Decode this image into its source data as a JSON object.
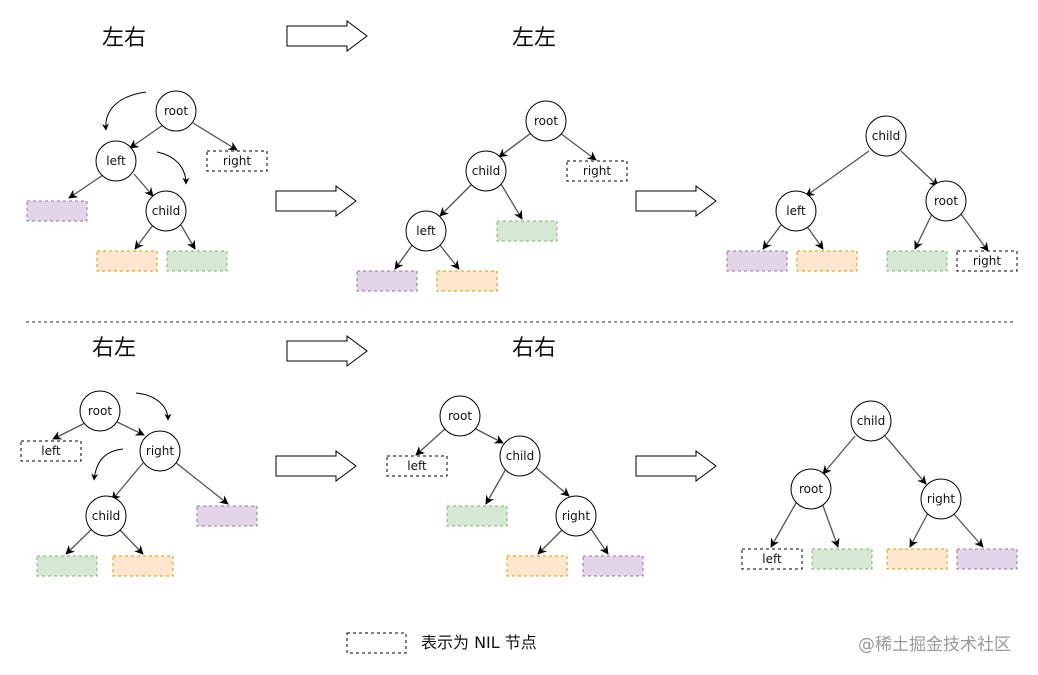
{
  "headings": {
    "top_from": "左右",
    "top_to": "左左",
    "bottom_from": "右左",
    "bottom_to": "右右"
  },
  "node_labels": {
    "root": "root",
    "left": "left",
    "right": "right",
    "child": "child"
  },
  "legend": {
    "text": "表示为 NIL 节点"
  },
  "watermark": {
    "text": "@稀土掘金技术社区"
  },
  "colors": {
    "purple_fill": "#e1d5e7",
    "purple_stroke": "#9673a6",
    "orange_fill": "#ffe6cc",
    "orange_stroke": "#d79b00",
    "green_fill": "#d5e8d4",
    "green_stroke": "#82b366",
    "line": "#555555",
    "node_stroke": "#000000"
  },
  "icons": [
    "big-arrow-icon",
    "curved-arrow-icon",
    "arrowhead-icon"
  ]
}
